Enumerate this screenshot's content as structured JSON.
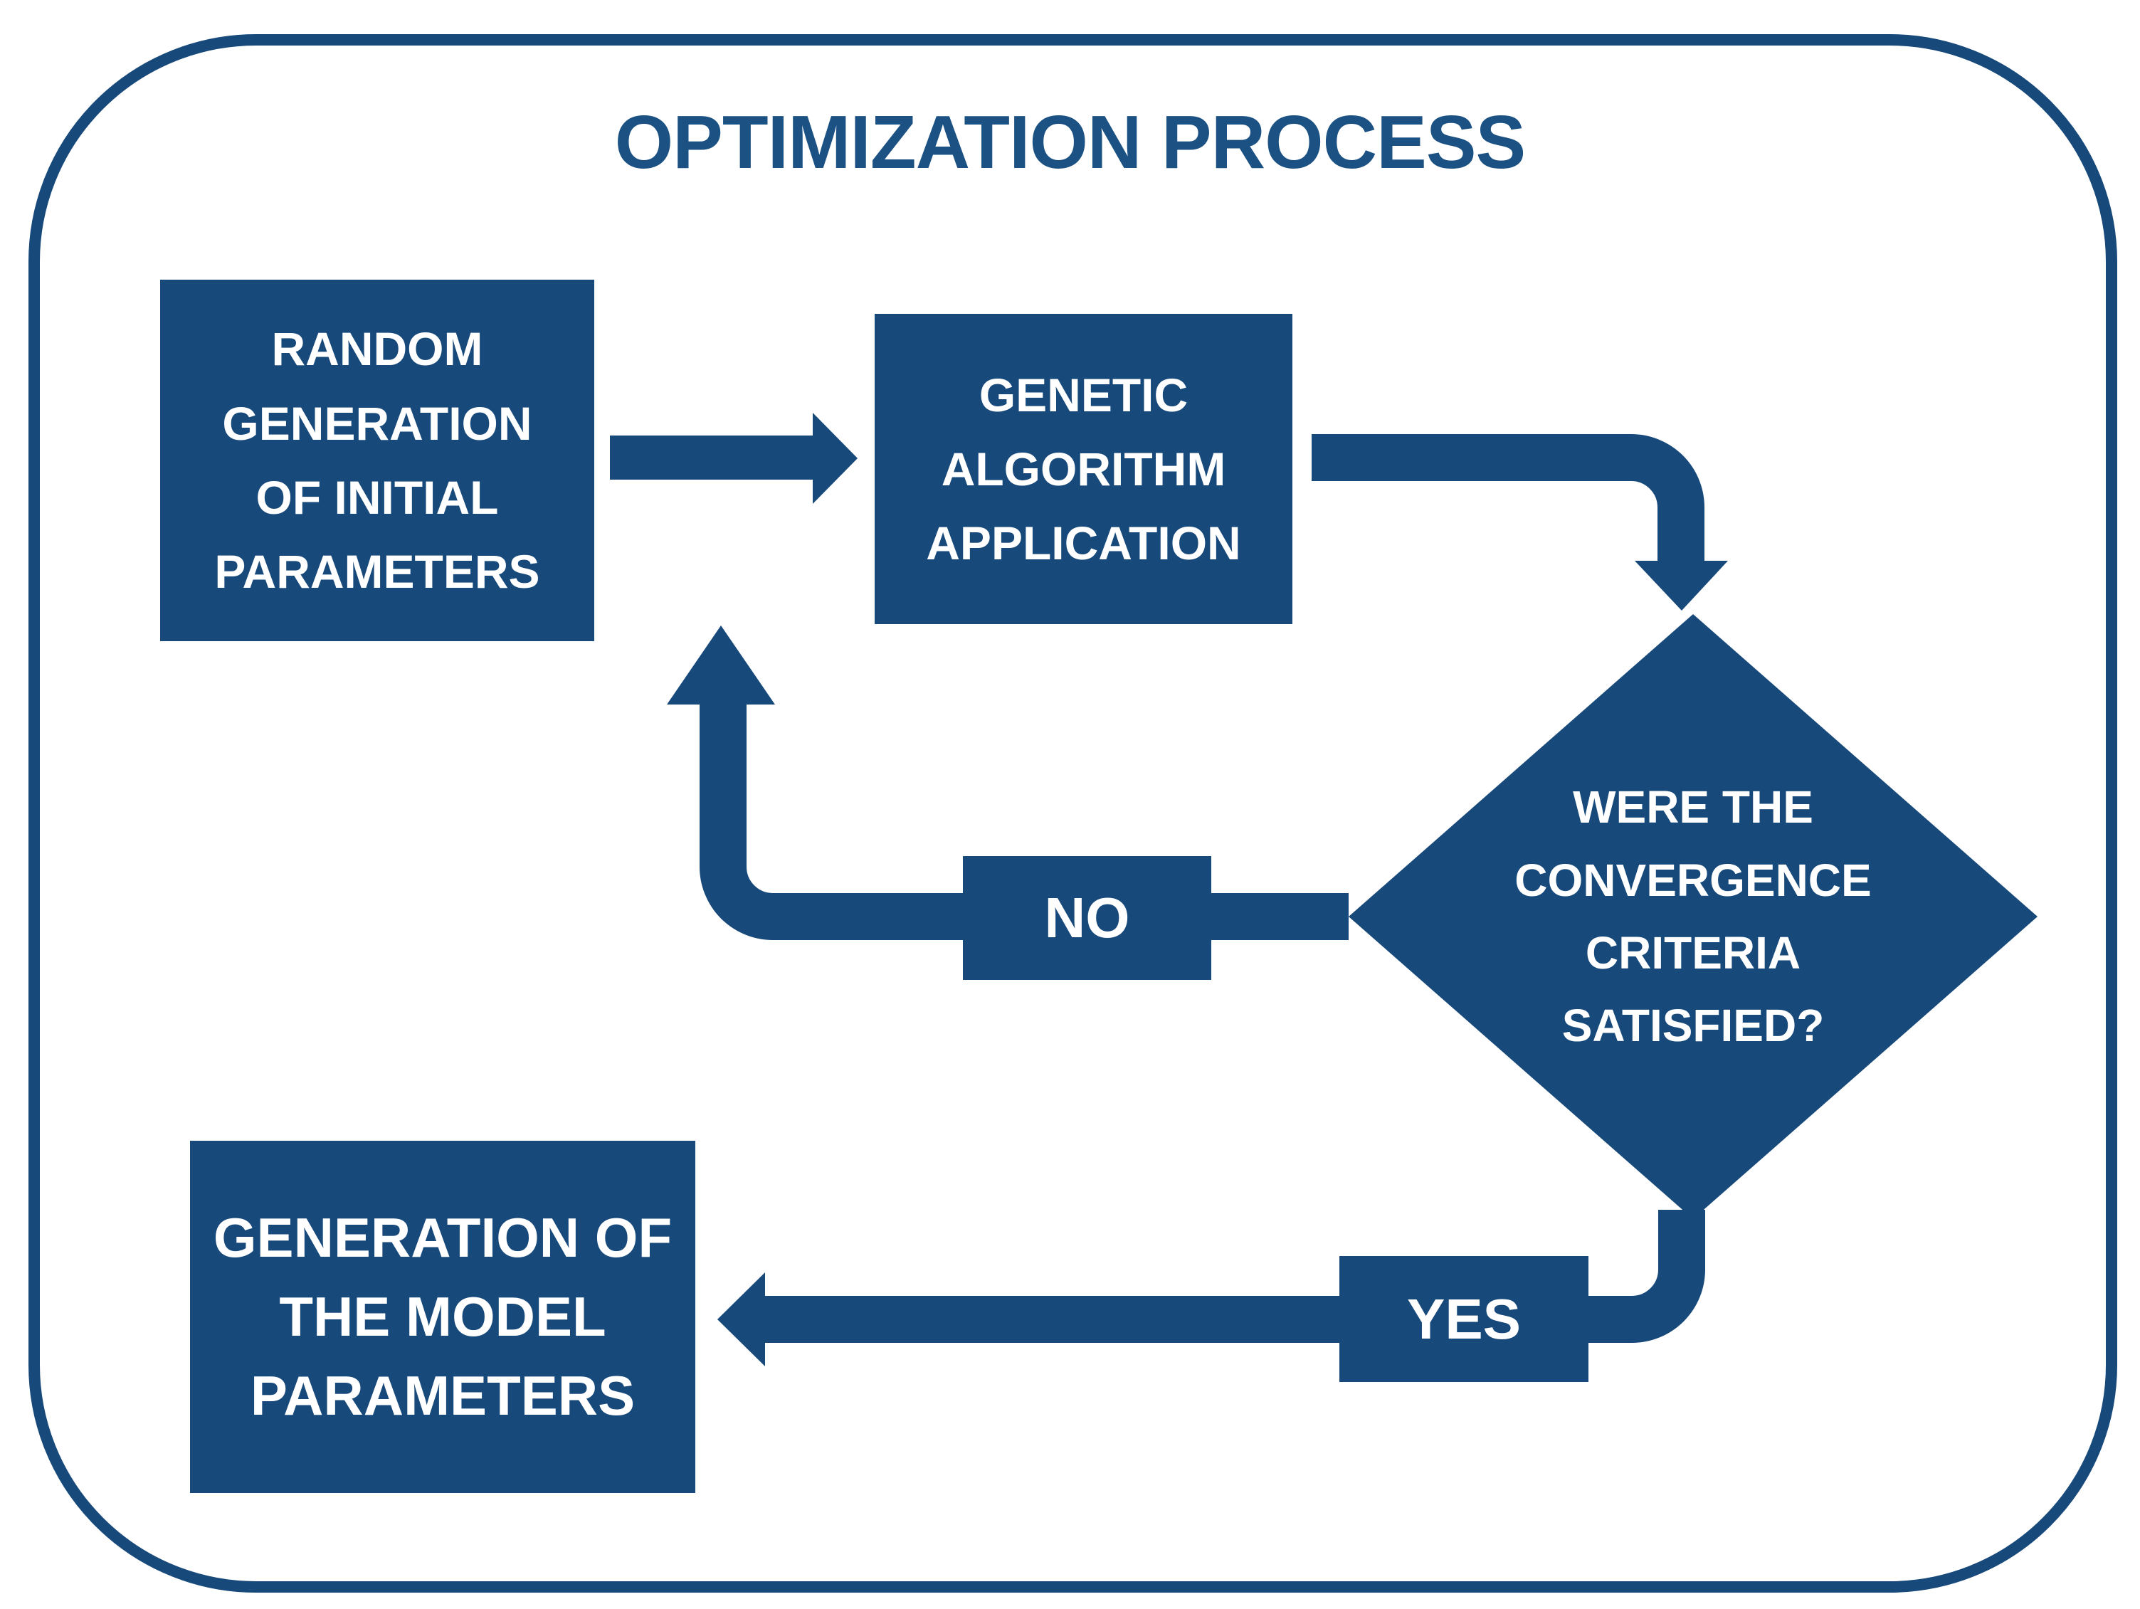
{
  "title": "OPTIMIZATION PROCESS",
  "colors": {
    "primary_blue": "#17497B",
    "title_blue": "#1C5283",
    "text_on_primary": "#FFFFFF",
    "background": "#FFFFFF"
  },
  "diagram_type": "flowchart",
  "nodes": {
    "random_generation": {
      "type": "process",
      "label": "RANDOM\nGENERATION\nOF INITIAL\nPARAMETERS"
    },
    "genetic_algorithm": {
      "type": "process",
      "label": "GENETIC\nALGORITHM\nAPPLICATION"
    },
    "convergence_decision": {
      "type": "decision",
      "label": "WERE THE\nCONVERGENCE\nCRITERIA\nSATISFIED?"
    },
    "model_parameters": {
      "type": "process",
      "label": "GENERATION OF\nTHE MODEL\nPARAMETERS"
    }
  },
  "edges": [
    {
      "from": "random_generation",
      "to": "genetic_algorithm",
      "label": ""
    },
    {
      "from": "genetic_algorithm",
      "to": "convergence_decision",
      "label": ""
    },
    {
      "from": "convergence_decision",
      "to": "genetic_algorithm",
      "label": "NO"
    },
    {
      "from": "convergence_decision",
      "to": "model_parameters",
      "label": "YES"
    }
  ]
}
